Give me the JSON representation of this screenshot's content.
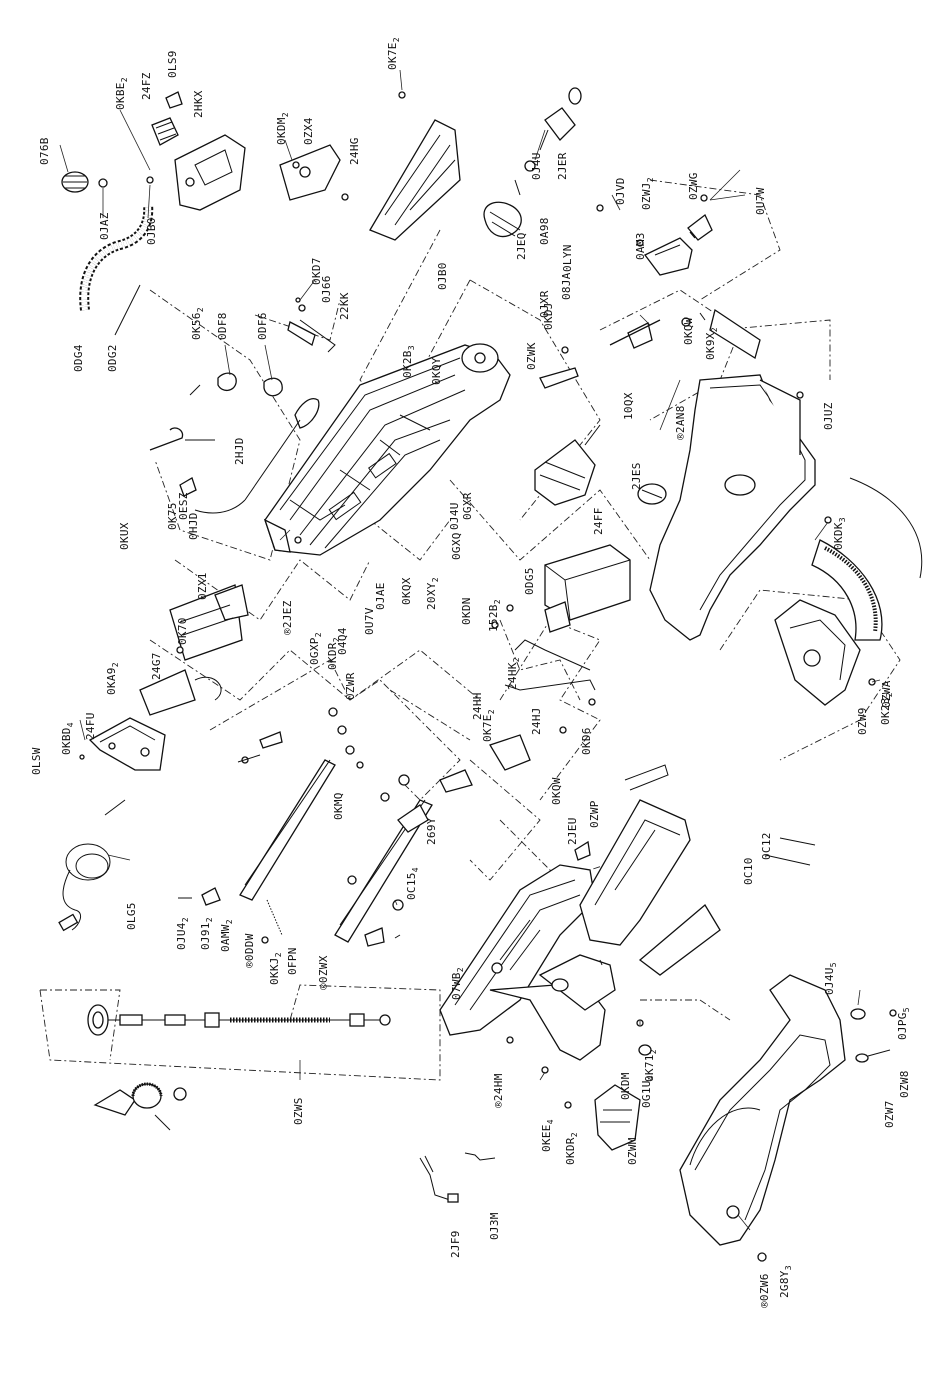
{
  "labels": [
    {
      "id": "076B",
      "t": "076B"
    },
    {
      "id": "0KBE2",
      "t": "0KBE",
      "s": "2"
    },
    {
      "id": "24FZ",
      "t": "24FZ"
    },
    {
      "id": "0LS9",
      "t": "0LS9"
    },
    {
      "id": "2HKX",
      "t": "2HKX"
    },
    {
      "id": "0JAZ",
      "t": "0JAZ"
    },
    {
      "id": "0JB0a",
      "t": "0JB0"
    },
    {
      "id": "0KDM2",
      "t": "0KDM",
      "s": "2"
    },
    {
      "id": "0ZX4",
      "t": "0ZX4"
    },
    {
      "id": "0K7E2a",
      "t": "0K7E",
      "s": "2"
    },
    {
      "id": "24HG",
      "t": "24HG"
    },
    {
      "id": "2JER",
      "t": "2JER"
    },
    {
      "id": "0J4Ua",
      "t": "0J4U"
    },
    {
      "id": "0A98",
      "t": "0A98"
    },
    {
      "id": "2JEQ",
      "t": "2JEQ"
    },
    {
      "id": "0LYN",
      "t": "0LYN"
    },
    {
      "id": "08JA",
      "t": "08JA"
    },
    {
      "id": "0JXR",
      "t": "0JXR"
    },
    {
      "id": "0KDJ",
      "t": "0KDJ"
    },
    {
      "id": "0ZWK",
      "t": "0ZWK"
    },
    {
      "id": "0JVD",
      "t": "0JVD"
    },
    {
      "id": "0ZWJ2",
      "t": "0ZWJ",
      "s": "2"
    },
    {
      "id": "0ZWG",
      "t": "0ZWG"
    },
    {
      "id": "0U7W",
      "t": "0U7W"
    },
    {
      "id": "0AM3",
      "t": "0AM3"
    },
    {
      "id": "0KQW",
      "t": "0KQW"
    },
    {
      "id": "0K9X2",
      "t": "0K9X",
      "s": "2"
    },
    {
      "id": "0JUZ",
      "t": "0JUZ"
    },
    {
      "id": "10QX",
      "t": "10QX"
    },
    {
      "id": "2AN8",
      "t": "®2AN8"
    },
    {
      "id": "0DG4",
      "t": "0DG4"
    },
    {
      "id": "0DG2",
      "t": "0DG2"
    },
    {
      "id": "0K562",
      "t": "0K56",
      "s": "2"
    },
    {
      "id": "0DF8",
      "t": "0DF8"
    },
    {
      "id": "0DF6",
      "t": "0DF6"
    },
    {
      "id": "0KD7",
      "t": "0KD7"
    },
    {
      "id": "0J66",
      "t": "0J66"
    },
    {
      "id": "22KK",
      "t": "22KK"
    },
    {
      "id": "0JB0b",
      "t": "0JB0"
    },
    {
      "id": "0K2B3",
      "t": "0K2B",
      "s": "3"
    },
    {
      "id": "0KQY",
      "t": "0KQY"
    },
    {
      "id": "2HJD",
      "t": "2HJD"
    },
    {
      "id": "0ESZ",
      "t": "0ESZ"
    },
    {
      "id": "0K75",
      "t": "0K75"
    },
    {
      "id": "0HJD",
      "t": "0HJD"
    },
    {
      "id": "0KUX",
      "t": "0KUX"
    },
    {
      "id": "0GXR",
      "t": "0GXR"
    },
    {
      "id": "0J4Ub",
      "t": "0J4U"
    },
    {
      "id": "0GXQ",
      "t": "0GXQ"
    },
    {
      "id": "24FF",
      "t": "24FF"
    },
    {
      "id": "2JES",
      "t": "2JES"
    },
    {
      "id": "0KDK3",
      "t": "0KDK",
      "s": "3"
    },
    {
      "id": "2JEZ",
      "t": "®2JEZ"
    },
    {
      "id": "0GXP2",
      "t": "0GXP",
      "s": "2"
    },
    {
      "id": "0KDR2a",
      "t": "0KDR",
      "s": "2"
    },
    {
      "id": "04Q4",
      "t": "04Q4"
    },
    {
      "id": "0JAE",
      "t": "0JAE"
    },
    {
      "id": "0U7V",
      "t": "0U7V"
    },
    {
      "id": "0KQX",
      "t": "0KQX"
    },
    {
      "id": "20XY2",
      "t": "20XY",
      "s": "2"
    },
    {
      "id": "0K70",
      "t": "0K70"
    },
    {
      "id": "0ZX1",
      "t": "0ZX1"
    },
    {
      "id": "24G7",
      "t": "24G7"
    },
    {
      "id": "0KA92",
      "t": "0KA9",
      "s": "2"
    },
    {
      "id": "0KDN",
      "t": "0KDN"
    },
    {
      "id": "152B2",
      "t": "152B",
      "s": "2"
    },
    {
      "id": "0DG5",
      "t": "0DG5"
    },
    {
      "id": "0ZWA",
      "t": "0ZWA"
    },
    {
      "id": "24FU",
      "t": "24FU"
    },
    {
      "id": "0KBD4",
      "t": "0KBD",
      "s": "4"
    },
    {
      "id": "0LSW",
      "t": "0LSW"
    },
    {
      "id": "0ZWR",
      "t": "0ZWR"
    },
    {
      "id": "24HK2",
      "t": "24HK",
      "s": "2"
    },
    {
      "id": "24HH",
      "t": "24HH"
    },
    {
      "id": "0K7E2b",
      "t": "0K7E",
      "s": "2"
    },
    {
      "id": "24HJ",
      "t": "24HJ"
    },
    {
      "id": "0KD6",
      "t": "0KD6"
    },
    {
      "id": "0KQW2",
      "t": "0KQW"
    },
    {
      "id": "0ZW9",
      "t": "0ZW9"
    },
    {
      "id": "0K232",
      "t": "0K23",
      "s": "2"
    },
    {
      "id": "0KMQ",
      "t": "0KMQ"
    },
    {
      "id": "269Y",
      "t": "269Y"
    },
    {
      "id": "0C154",
      "t": "0C15",
      "s": "4"
    },
    {
      "id": "2JEU",
      "t": "2JEU"
    },
    {
      "id": "0ZWP",
      "t": "0ZWP"
    },
    {
      "id": "0C10",
      "t": "0C10"
    },
    {
      "id": "0C12",
      "t": "0C12"
    },
    {
      "id": "0LG5",
      "t": "0LG5"
    },
    {
      "id": "0JU42",
      "t": "0JU4",
      "s": "2"
    },
    {
      "id": "0J912",
      "t": "0J91",
      "s": "2"
    },
    {
      "id": "0AMW2",
      "t": "0AMW",
      "s": "2"
    },
    {
      "id": "0DDW",
      "t": "®0DDW"
    },
    {
      "id": "0KKJ2",
      "t": "0KKJ",
      "s": "2"
    },
    {
      "id": "0FPN",
      "t": "0FPN"
    },
    {
      "id": "0ZWX",
      "t": "®0ZWX"
    },
    {
      "id": "07WB2",
      "t": "07WB",
      "s": "2"
    },
    {
      "id": "0K712",
      "t": "0K71",
      "s": "2"
    },
    {
      "id": "0J4U5",
      "t": "0J4U",
      "s": "5"
    },
    {
      "id": "0JPG5",
      "t": "0JPG",
      "s": "5"
    },
    {
      "id": "0KDM",
      "t": "0KDM"
    },
    {
      "id": "0G1U4",
      "t": "0G1U",
      "s": "4"
    },
    {
      "id": "0ZW7",
      "t": "0ZW7"
    },
    {
      "id": "0ZW8",
      "t": "0ZW8"
    },
    {
      "id": "24HM",
      "t": "®24HM"
    },
    {
      "id": "0ZWS",
      "t": "0ZWS"
    },
    {
      "id": "0KEE4",
      "t": "0KEE",
      "s": "4"
    },
    {
      "id": "0KDR2b",
      "t": "0KDR",
      "s": "2"
    },
    {
      "id": "0ZWM",
      "t": "0ZWM"
    },
    {
      "id": "2JF9",
      "t": "2JF9"
    },
    {
      "id": "0J3M",
      "t": "0J3M"
    },
    {
      "id": "0ZW6",
      "t": "®0ZW6"
    },
    {
      "id": "2G8Y3",
      "t": "2G8Y",
      "s": "3"
    }
  ]
}
